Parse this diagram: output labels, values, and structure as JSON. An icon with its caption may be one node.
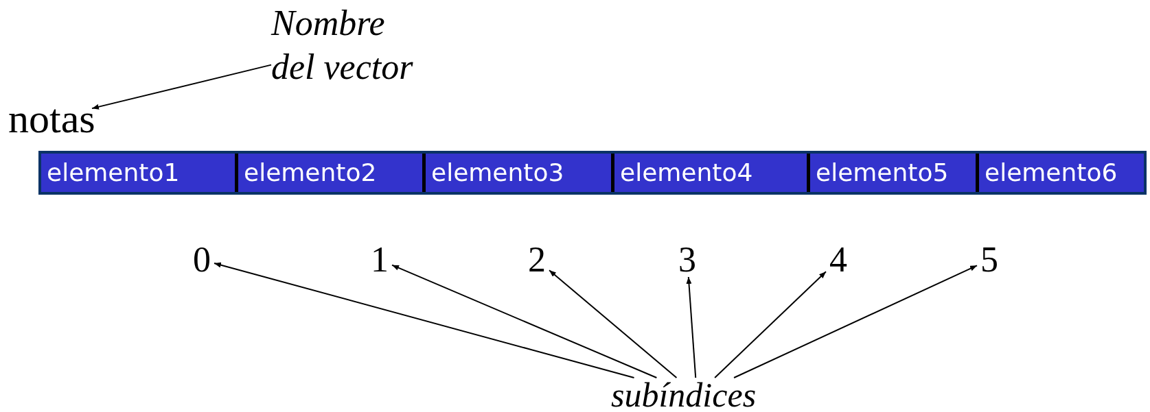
{
  "diagram": {
    "nodes": [
      {
        "text": [
          "Nombre del vector"
        ]
      },
      {
        "text": [
          "notas"
        ]
      },
      {
        "text": [],
        "shape": "bar"
      },
      {
        "text": [
          "elemento1"
        ],
        "in": 2
      },
      {
        "text": [
          "elemento2"
        ],
        "in": 2
      },
      {
        "text": [
          "elemento3"
        ],
        "in": 2
      },
      {
        "text": [
          "elemento4"
        ],
        "in": 2
      },
      {
        "text": [
          "elemento5"
        ],
        "in": 2
      },
      {
        "text": [
          "elemento6"
        ],
        "in": 2
      },
      {
        "text": [
          "0"
        ]
      },
      {
        "text": [
          "1"
        ]
      },
      {
        "text": [
          "2"
        ]
      },
      {
        "text": [
          "3"
        ]
      },
      {
        "text": [
          "4"
        ]
      },
      {
        "text": [
          "5"
        ]
      },
      {
        "text": [
          "subíndices"
        ]
      }
    ],
    "edges": [
      {
        "from": 0,
        "to": 1,
        "arrow": "to"
      },
      {
        "from": 15,
        "to": 9,
        "arrow": "to"
      },
      {
        "from": 15,
        "to": 10,
        "arrow": "to"
      },
      {
        "from": 15,
        "to": 11,
        "arrow": "to"
      },
      {
        "from": 15,
        "to": 12,
        "arrow": "to"
      },
      {
        "from": 15,
        "to": 13,
        "arrow": "to"
      },
      {
        "from": 15,
        "to": 14,
        "arrow": "to"
      }
    ]
  }
}
